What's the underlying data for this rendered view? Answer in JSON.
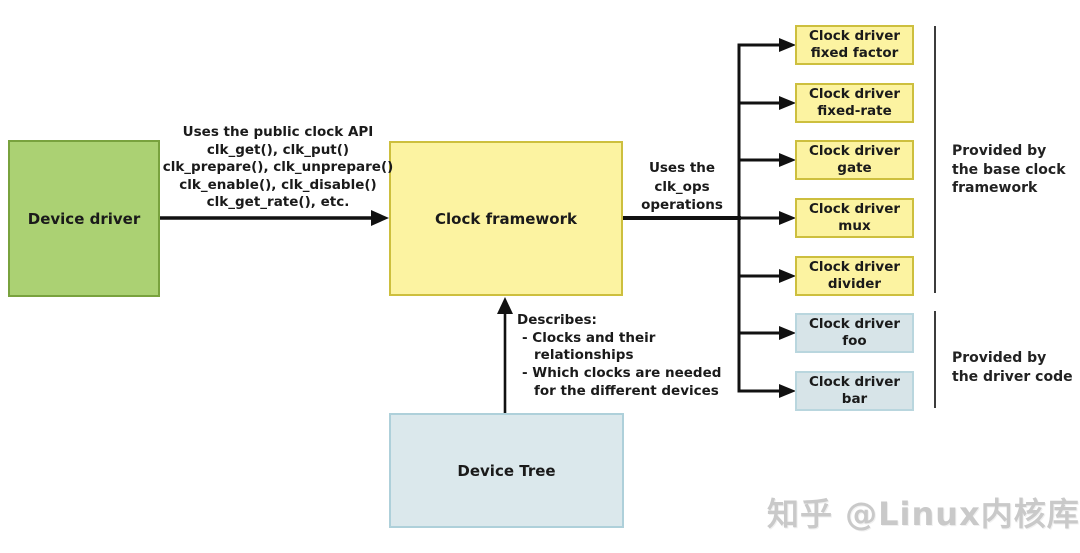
{
  "main_boxes": {
    "device_driver": {
      "label": "Device driver"
    },
    "clock_framework": {
      "label": "Clock framework"
    },
    "device_tree": {
      "label": "Device Tree"
    }
  },
  "clock_drivers": [
    {
      "line1": "Clock driver",
      "line2": "fixed factor",
      "provided_by": "base clock framework"
    },
    {
      "line1": "Clock driver",
      "line2": "fixed-rate",
      "provided_by": "base clock framework"
    },
    {
      "line1": "Clock driver",
      "line2": "gate",
      "provided_by": "base clock framework"
    },
    {
      "line1": "Clock driver",
      "line2": "mux",
      "provided_by": "base clock framework"
    },
    {
      "line1": "Clock driver",
      "line2": "divider",
      "provided_by": "base clock framework"
    },
    {
      "line1": "Clock driver",
      "line2": "foo",
      "provided_by": "driver code"
    },
    {
      "line1": "Clock driver",
      "line2": "bar",
      "provided_by": "driver code"
    }
  ],
  "annotations": {
    "public_api": {
      "lines": [
        "Uses the public clock API",
        "clk_get(), clk_put()",
        "clk_prepare(), clk_unprepare()",
        "clk_enable(), clk_disable()",
        "clk_get_rate(), etc."
      ]
    },
    "clk_ops": {
      "lines": [
        "Uses the",
        "clk_ops",
        "operations"
      ]
    },
    "describes": {
      "lines": [
        "Describes:",
        "- Clocks and their",
        "relationships",
        "- Which clocks are needed",
        "for the different devices"
      ]
    }
  },
  "group_labels": {
    "base_framework": {
      "lines": [
        "Provided by",
        "the base clock",
        "framework"
      ]
    },
    "driver_code": {
      "lines": [
        "Provided by",
        "the driver code"
      ]
    }
  },
  "watermark": {
    "text": "知乎 @Linux内核库"
  },
  "colors": {
    "green_fill": "#abd173",
    "green_border": "#79a23e",
    "yellow_fill": "#fcf3a1",
    "yellow_border": "#cdbf3e",
    "blue_fill": "#d7e4e8",
    "blue_border": "#b9d6de",
    "arrow": "#111111",
    "text": "#1a1a1a",
    "watermark": "#c9c9c9"
  }
}
